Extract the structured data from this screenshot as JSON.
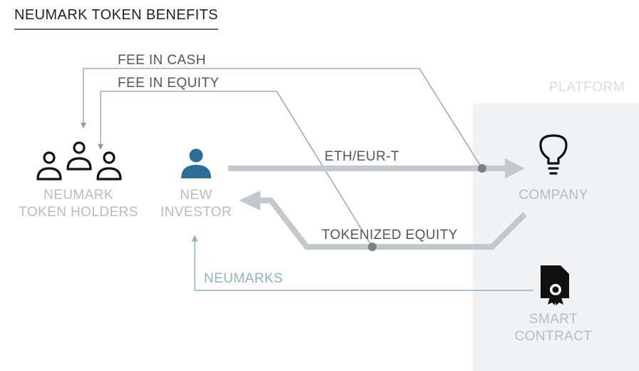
{
  "title": "NEUMARK TOKEN BENEFITS",
  "platform": {
    "label": "PLATFORM"
  },
  "nodes": {
    "holders": {
      "line1": "NEUMARK",
      "line2": "TOKEN HOLDERS",
      "icon": "people-group-icon"
    },
    "investor": {
      "line1": "NEW",
      "line2": "INVESTOR",
      "icon": "person-icon"
    },
    "company": {
      "label": "COMPANY",
      "icon": "lightbulb-icon"
    },
    "contract": {
      "line1": "SMART",
      "line2": "CONTRACT",
      "icon": "certificate-document-icon"
    }
  },
  "flows": {
    "fee_cash": "FEE IN CASH",
    "fee_equity": "FEE IN EQUITY",
    "eth": "ETH/EUR-T",
    "tokenized": "TOKENIZED EQUITY",
    "neumarks": "NEUMARKS"
  },
  "colors": {
    "main_arrow": "#c3c8cc",
    "thin_line": "#9a9a9a",
    "dot": "#7a7f83",
    "investor_icon": "#2a6e93",
    "neumarks": "#8fb3c4",
    "node_label": "#b8bcbf",
    "platform_bg": "#f0f2f3"
  }
}
